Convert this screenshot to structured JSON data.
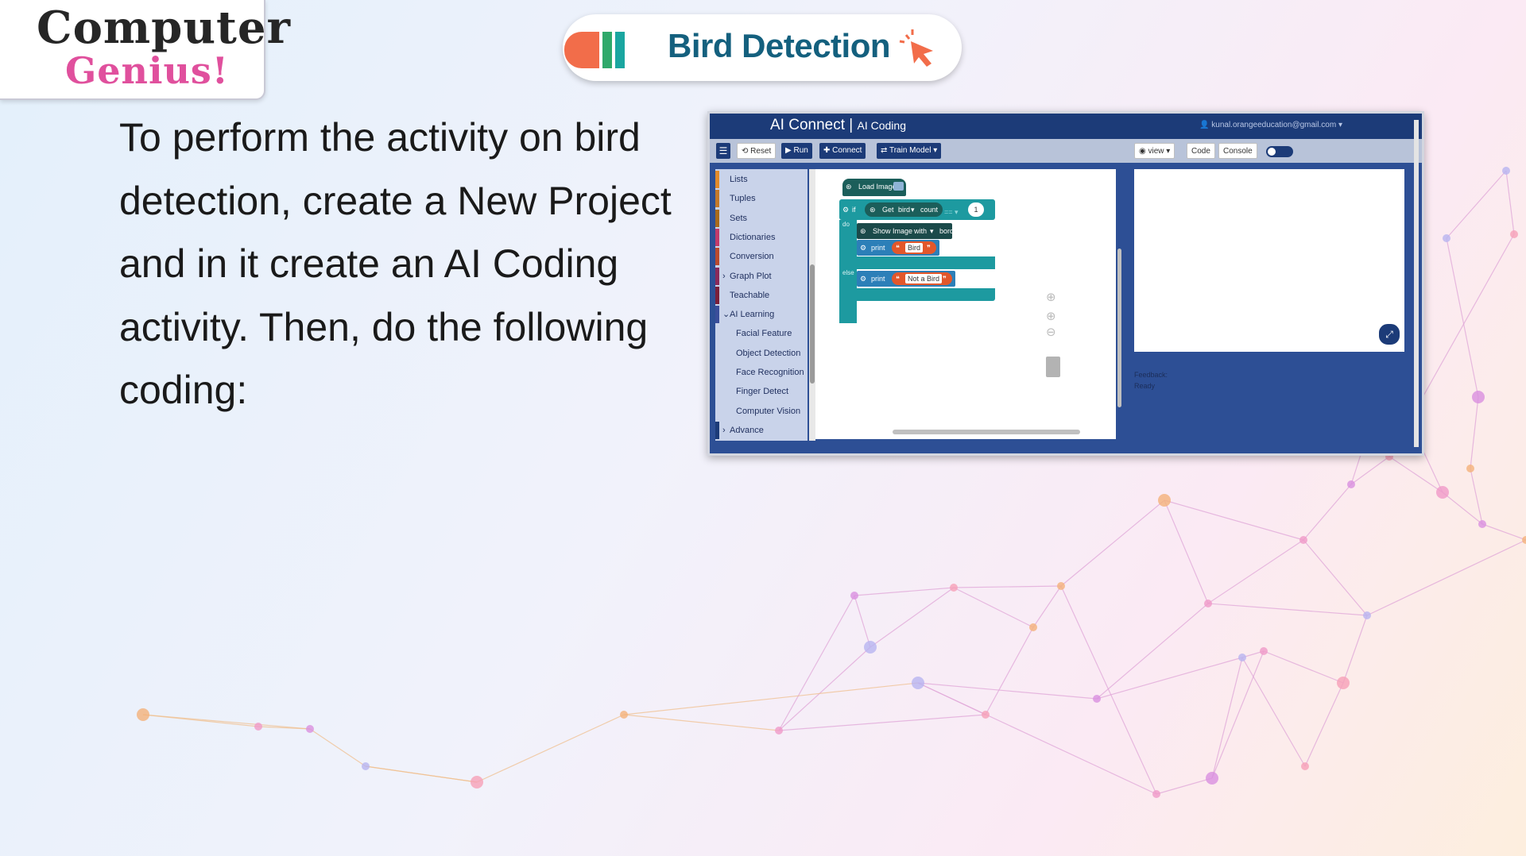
{
  "logo": {
    "line1": "Computer",
    "line2": "Genius!"
  },
  "title": {
    "text": "Bird Detection",
    "colors": {
      "orange": "#f26d4a",
      "green": "#2fa96b",
      "teal": "#1aa6a0",
      "title": "#14607e"
    },
    "icon": "cursor-click-icon"
  },
  "body": {
    "lines": [
      "To perform the activity on bird",
      "detection, create a New Project",
      "and in it create an AI Coding",
      "activity. Then, do the following",
      "coding:"
    ]
  },
  "app": {
    "title": "AI Connect",
    "subtitle": "AI Coding",
    "user_email": "kunal.orangeeducation@gmail.com",
    "toolbar": {
      "menu_icon": "hamburger-icon",
      "reset": "Reset",
      "run": "Run",
      "connect": "Connect",
      "train_model": "Train Model",
      "view": "view",
      "code": "Code",
      "console": "Console"
    },
    "palette": [
      {
        "label": "Lists",
        "color": "#e28a2b"
      },
      {
        "label": "Tuples",
        "color": "#c4792a"
      },
      {
        "label": "Sets",
        "color": "#a86a1c"
      },
      {
        "label": "Dictionaries",
        "color": "#c23a6a"
      },
      {
        "label": "Conversion",
        "color": "#b94a2e"
      },
      {
        "label": "Graph Plot",
        "color": "#8a2a5a",
        "arrow": "›"
      },
      {
        "label": "Teachable",
        "color": "#7a1f3a"
      },
      {
        "label": "AI Learning",
        "color": "#3a4e9a",
        "arrow": "⌄"
      },
      {
        "label": "Facial Feature",
        "color": "#c9d3ea",
        "indent": true
      },
      {
        "label": "Object Detection",
        "color": "#c9d3ea",
        "indent": true
      },
      {
        "label": "Face Recognition",
        "color": "#c9d3ea",
        "indent": true
      },
      {
        "label": "Finger Detect",
        "color": "#c9d3ea",
        "indent": true
      },
      {
        "label": "Computer Vision",
        "color": "#c9d3ea",
        "indent": true
      },
      {
        "label": "Advance",
        "color": "#1c3b78",
        "arrow": "›"
      }
    ],
    "blocks": {
      "load_image": "Load Image",
      "if": "if",
      "get": "Get",
      "bird": "bird",
      "count": "count",
      "op": "==",
      "one": "1",
      "do": "do",
      "show_image": "Show Image",
      "with": "with",
      "border": "border",
      "print": "print",
      "bird_str": "Bird",
      "else": "else",
      "not_bird_str": "Not a Bird"
    },
    "feedback_label": "Feedback:",
    "feedback_value": "Ready"
  }
}
